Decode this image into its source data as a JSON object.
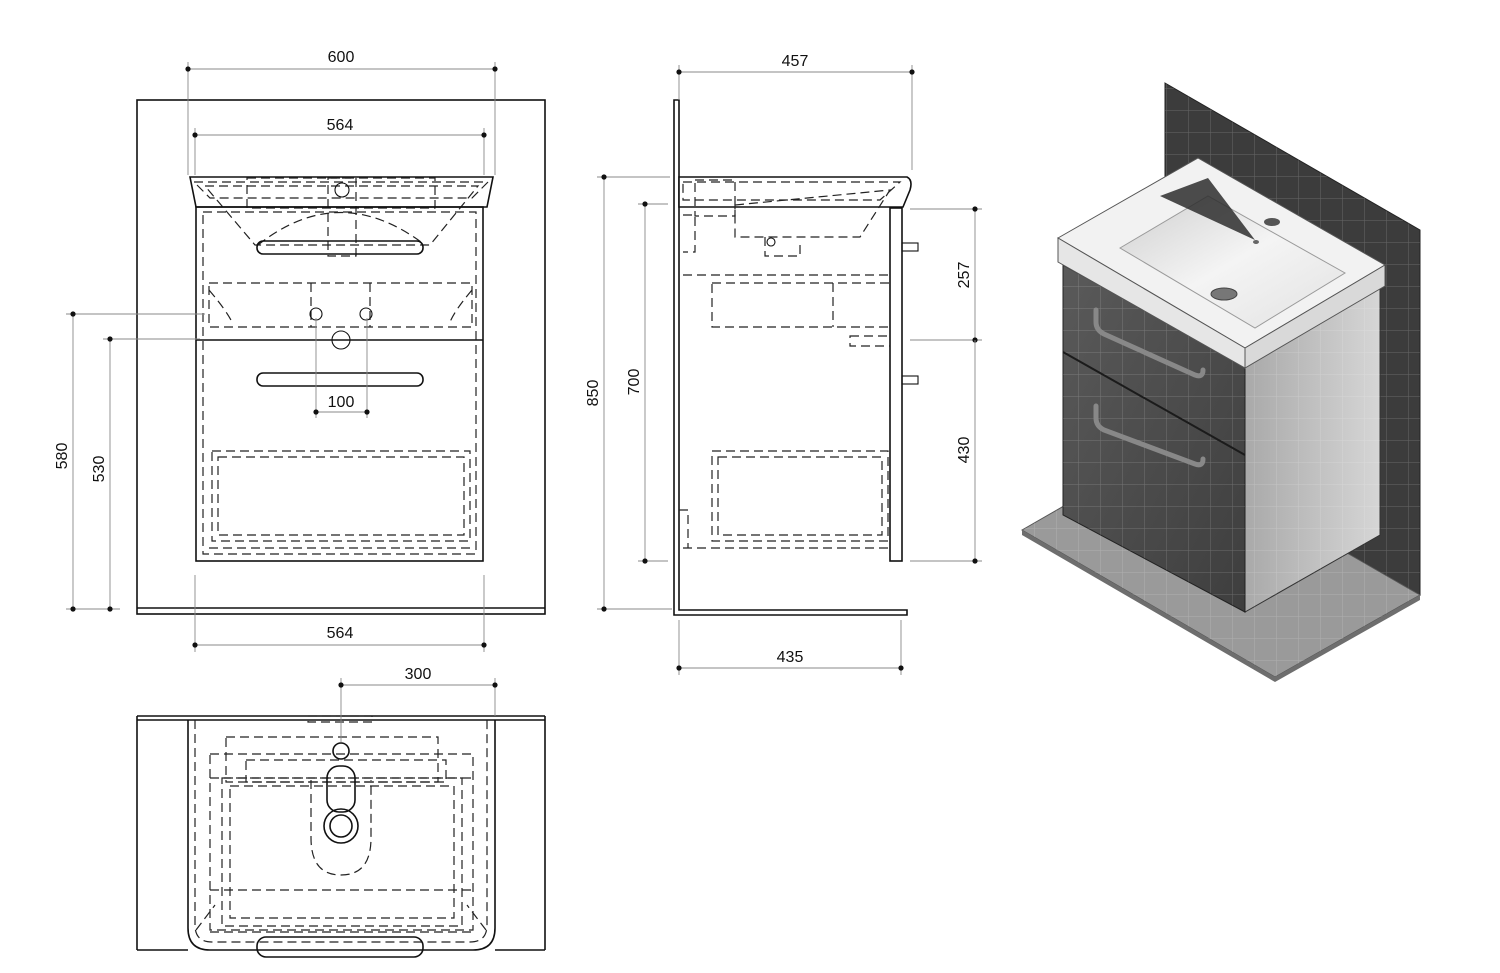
{
  "dimensions": {
    "front_total_width": "600",
    "front_basin_width": "564",
    "front_cabinet_width": "564",
    "front_height_580": "580",
    "front_height_530": "530",
    "front_handle_spacing": "100",
    "side_depth_basin": "457",
    "side_depth_cabinet": "435",
    "side_height_850": "850",
    "side_height_700": "700",
    "side_drawer_top": "257",
    "side_drawer_bottom": "430",
    "top_tap_offset": "300"
  },
  "colors": {
    "line": "#111111",
    "dimension_line": "#888888",
    "render_wall": "#3c3c3c",
    "render_cabinet_front": "#4e4e4e",
    "render_cabinet_side": "#bdbdbd",
    "render_basin": "#f2f2f2",
    "render_floor": "#9a9a9a"
  },
  "views": [
    "front-view",
    "side-view",
    "top-view",
    "isometric-render"
  ]
}
